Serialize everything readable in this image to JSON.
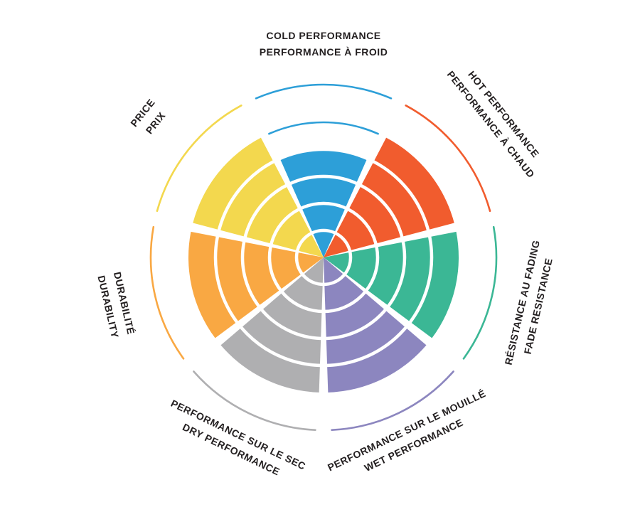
{
  "page": {
    "background": "#FFFFFF",
    "text_color": "#231F20"
  },
  "chart_data": {
    "type": "radial-sector-wheel",
    "description": "Seven-sector circular rating wheel infographic with bilingual labels (English / French), concentric ring levels and thin colored outer arcs",
    "max_rings": 5,
    "legend_position": "around-perimeter",
    "sectors": [
      {
        "id": "cold-performance",
        "label_en": "COLD PERFORMANCE",
        "label_fr": "PERFORMANCE À FROID",
        "color": "#2D9FD8",
        "value": 4
      },
      {
        "id": "hot-performance",
        "label_en": "HOT PERFORMANCE",
        "label_fr": "PERFORMANCE À CHAUD",
        "color": "#F15C2E",
        "value": 5
      },
      {
        "id": "fade-resistance",
        "label_en": "FADE RESISTANCE",
        "label_fr": "RÉSISTANCE AU FADING",
        "color": "#3BB795",
        "value": 5
      },
      {
        "id": "wet-performance",
        "label_en": "WET PERFORMANCE",
        "label_fr": "PERFORMANCE SUR LE MOUILLÉ",
        "color": "#8C86BF",
        "value": 5
      },
      {
        "id": "dry-performance",
        "label_en": "DRY PERFORMANCE",
        "label_fr": "PERFORMANCE SUR LE SEC",
        "color": "#AFAFB1",
        "value": 5
      },
      {
        "id": "durability",
        "label_en": "DURABILITY",
        "label_fr": "DURABILITÉ",
        "color": "#F9A843",
        "value": 5
      },
      {
        "id": "price",
        "label_en": "PRICE",
        "label_fr": "PRIX",
        "color": "#F3D84E",
        "value": 5
      }
    ]
  }
}
